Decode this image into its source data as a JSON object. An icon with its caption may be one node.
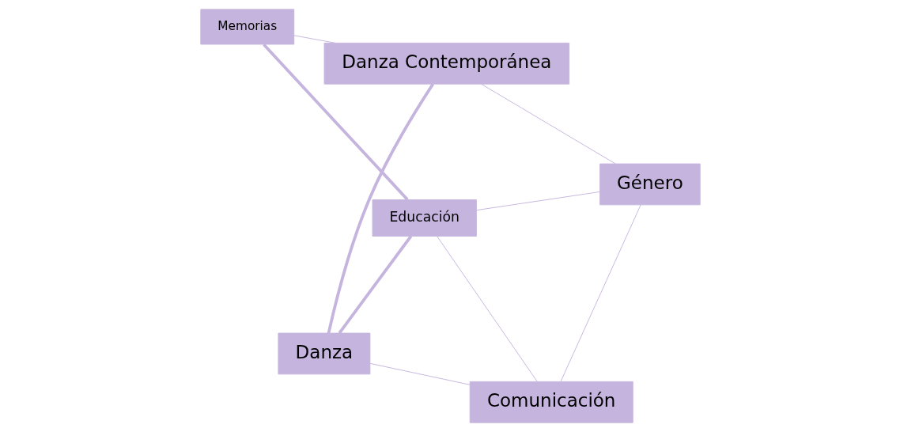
{
  "diagram": {
    "nodes": [
      {
        "text": [
          "Educación"
        ]
      },
      {
        "text": [
          "Comunicación"
        ]
      },
      {
        "text": [
          "Danza"
        ]
      },
      {
        "text": [
          "Memorias"
        ]
      },
      {
        "text": [
          "Danza Contemporánea"
        ]
      },
      {
        "text": [
          "Género"
        ]
      }
    ],
    "edges": [
      {
        "from": 0,
        "to": 1,
        "arrow": "none"
      },
      {
        "from": 1,
        "to": 2,
        "arrow": "none"
      },
      {
        "from": 0,
        "to": 2,
        "arrow": "none",
        "style": "thick"
      },
      {
        "from": 0,
        "to": 3,
        "arrow": "none",
        "style": "thick"
      },
      {
        "from": 1,
        "to": 5,
        "arrow": "none"
      },
      {
        "from": 0,
        "to": 5,
        "arrow": "none"
      },
      {
        "from": 2,
        "to": 4,
        "arrow": "none",
        "style": "thick"
      },
      {
        "from": 3,
        "to": 4,
        "arrow": "none"
      },
      {
        "from": 5,
        "to": 4,
        "arrow": "none"
      }
    ]
  }
}
